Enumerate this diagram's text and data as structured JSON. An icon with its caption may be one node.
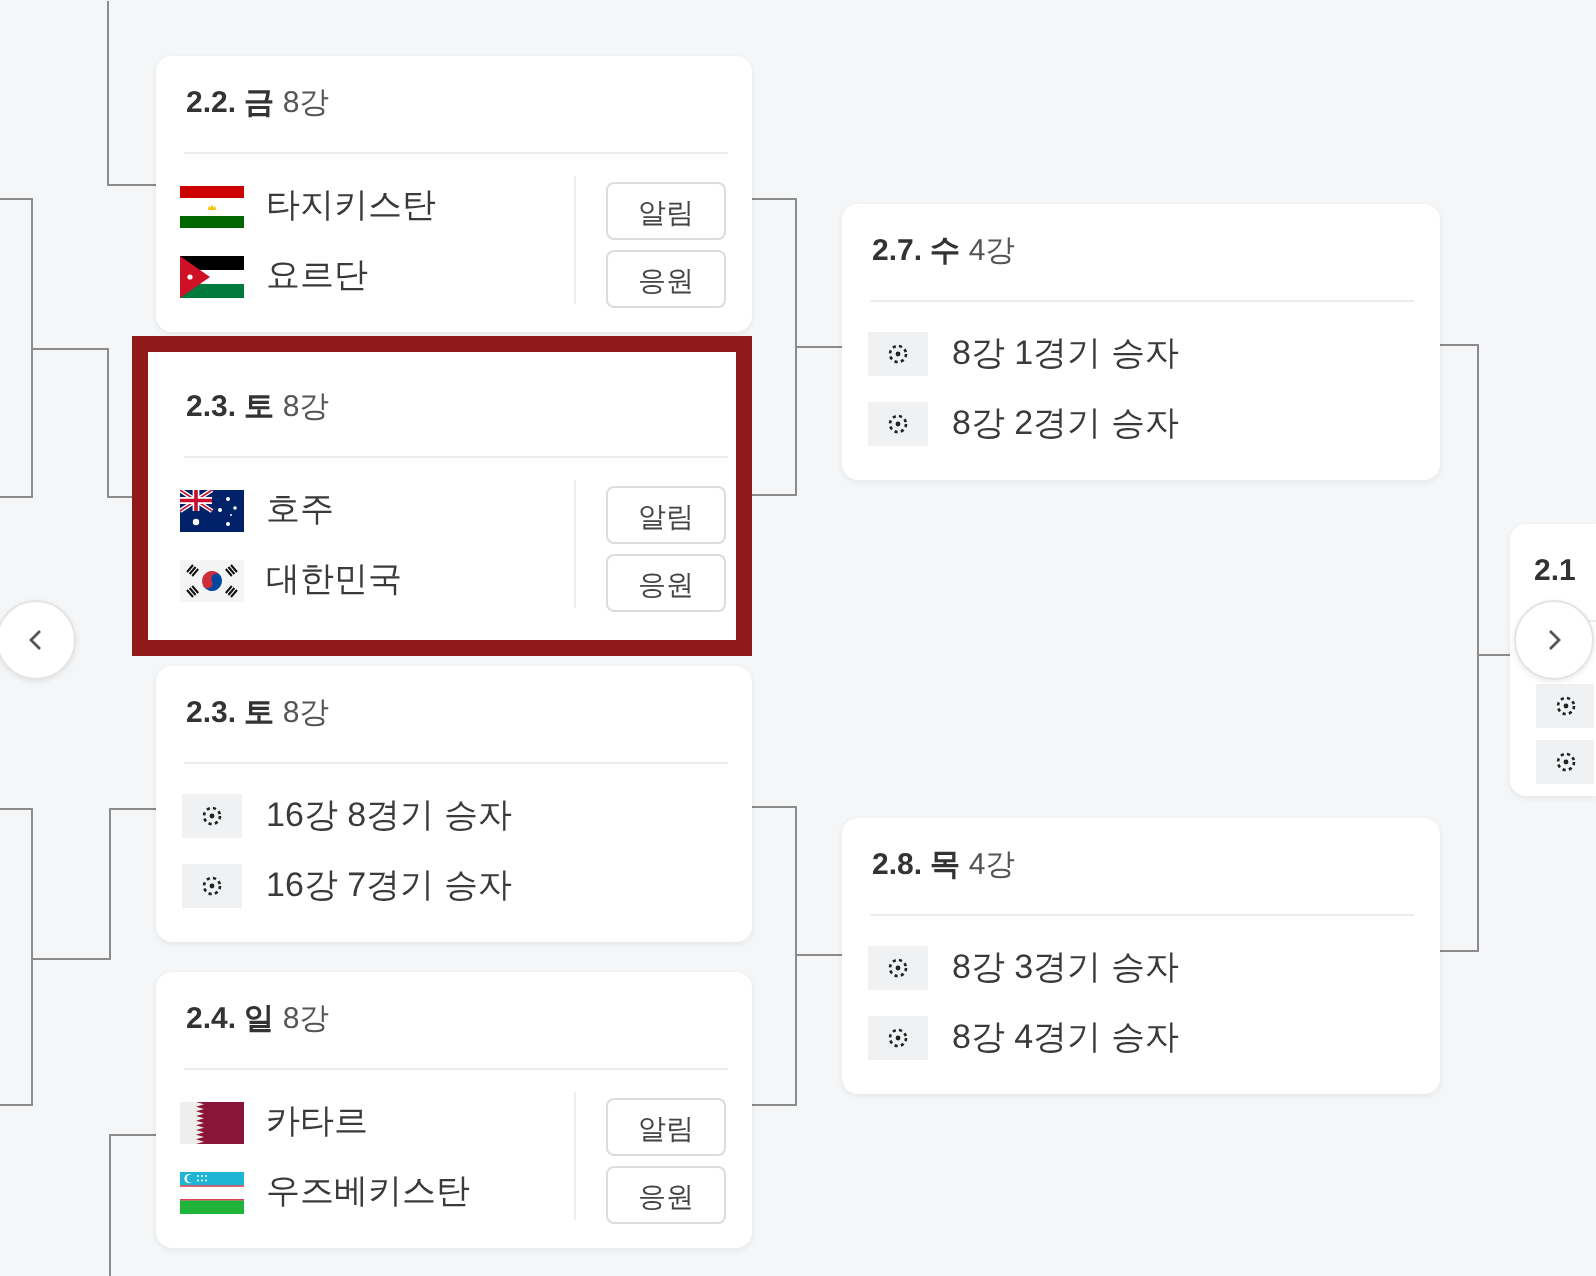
{
  "diagram": {
    "nodes": [
      {
        "text": [
          "**2.2. 금** 8강",
          "타지키스탄",
          "요르단"
        ]
      },
      {
        "text": [
          "알림"
        ],
        "in": 0
      },
      {
        "text": [
          "응원"
        ],
        "in": 0
      },
      {
        "text": [
          "**2.3. 토** 8강",
          "호주",
          "대한민국"
        ]
      },
      {
        "text": [
          "알림"
        ],
        "in": 3
      },
      {
        "text": [
          "응원"
        ],
        "in": 3
      },
      {
        "text": [
          "**2.3. 토** 8강",
          "16강 8경기 승자",
          "16강 7경기 승자"
        ]
      },
      {
        "text": [
          "**2.4. 일** 8강",
          "카타르",
          "우즈베키스탄"
        ]
      },
      {
        "text": [
          "알림"
        ],
        "in": 7
      },
      {
        "text": [
          "응원"
        ],
        "in": 7
      },
      {
        "text": [
          "**2.7. 수** 4강",
          "8강 1경기 승자",
          "8강 2경기 승자"
        ]
      },
      {
        "text": [
          "**2.8. 목** 4강",
          "8강 3경기 승자",
          "8강 4경기 승자"
        ]
      },
      {
        "text": [
          "2.1"
        ]
      }
    ],
    "edges": [
      {
        "from": null,
        "to": 0,
        "arrow": "none"
      },
      {
        "from": null,
        "to": 3,
        "arrow": "none"
      },
      {
        "from": null,
        "to": 3,
        "arrow": "none"
      },
      {
        "from": null,
        "to": 6,
        "arrow": "none"
      },
      {
        "from": null,
        "to": 6,
        "arrow": "none"
      },
      {
        "from": null,
        "to": 7,
        "arrow": "none"
      },
      {
        "from": 0,
        "to": 10,
        "arrow": "none"
      },
      {
        "from": 3,
        "to": 10,
        "arrow": "none"
      },
      {
        "from": 6,
        "to": 11,
        "arrow": "none"
      },
      {
        "from": 7,
        "to": 11,
        "arrow": "none"
      },
      {
        "from": 10,
        "to": 12,
        "arrow": "none"
      },
      {
        "from": 11,
        "to": 12,
        "arrow": "none"
      }
    ]
  }
}
